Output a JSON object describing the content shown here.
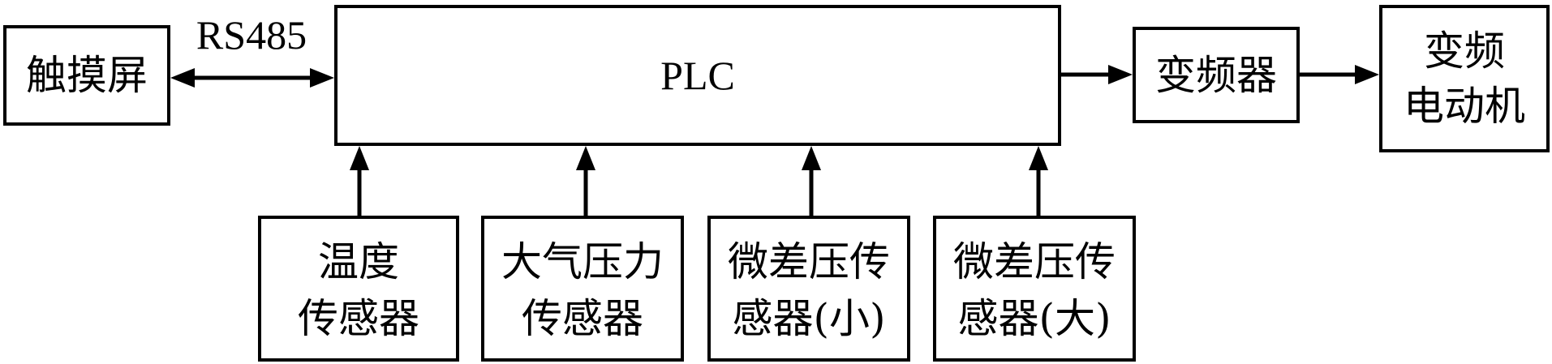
{
  "blocks": {
    "touchscreen": "触摸屏",
    "plc": "PLC",
    "inverter": "变频器",
    "motor": [
      "变频",
      "电动机"
    ],
    "temp_sensor": [
      "温度",
      "传感器"
    ],
    "atm_sensor": [
      "大气压力",
      "传感器"
    ],
    "diff_small": [
      "微差压传",
      "感器(小)"
    ],
    "diff_large": [
      "微差压传",
      "感器(大)"
    ]
  },
  "links": {
    "rs485": "RS485"
  },
  "colors": {
    "line": "#000000",
    "background": "#ffffff"
  }
}
